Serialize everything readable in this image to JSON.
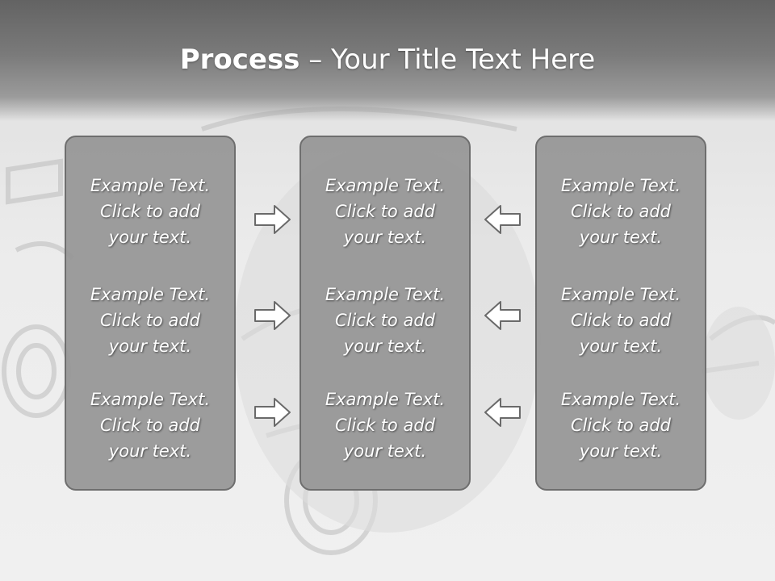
{
  "slide": {
    "title_bold": "Process",
    "title_rest": " – Your Title Text Here"
  },
  "panels": [
    {
      "blocks": [
        {
          "line1": "Example Text.",
          "line2": "Click  to add",
          "line3": "your text."
        },
        {
          "line1": "Example Text.",
          "line2": "Click  to add",
          "line3": "your text."
        },
        {
          "line1": "Example Text.",
          "line2": "Click  to add",
          "line3": "your text."
        }
      ]
    },
    {
      "blocks": [
        {
          "line1": "Example Text.",
          "line2": "Click  to add",
          "line3": "your text."
        },
        {
          "line1": "Example Text.",
          "line2": "Click  to add",
          "line3": "your text."
        },
        {
          "line1": "Example Text.",
          "line2": "Click  to add",
          "line3": "your text."
        }
      ]
    },
    {
      "blocks": [
        {
          "line1": "Example Text.",
          "line2": "Click  to add",
          "line3": "your text."
        },
        {
          "line1": "Example Text.",
          "line2": "Click  to add",
          "line3": "your text."
        },
        {
          "line1": "Example Text.",
          "line2": "Click  to add",
          "line3": "your text."
        }
      ]
    }
  ],
  "arrows": {
    "left_column": "arrow-right-icon",
    "right_column": "arrow-left-icon"
  },
  "colors": {
    "header": "#6b6b6b",
    "panel_fill": "#969696",
    "panel_border": "#6e6e6e",
    "text": "#ffffff"
  }
}
